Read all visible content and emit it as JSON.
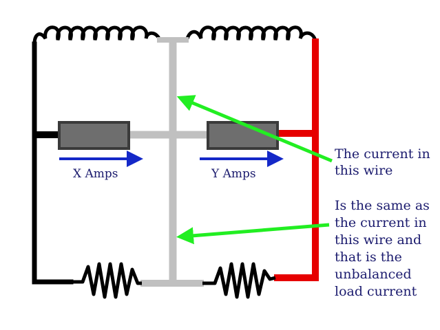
{
  "labels": {
    "x_amps": "X Amps",
    "y_amps": "Y Amps"
  },
  "note_top": [
    "The current in",
    "this wire"
  ],
  "note_bottom": [
    "Is the same as",
    "the current in",
    "this wire and",
    "that is the",
    "unbalanced",
    "load current"
  ],
  "colors": {
    "black_wire": "#000000",
    "red_wire": "#e60000",
    "neutral_wire": "#c0c0c0",
    "resistor_block": "#6e6e6e",
    "current_arrow": "#1428c8",
    "pointer_arrow": "#22ee22",
    "text": "#1b1b6e"
  }
}
